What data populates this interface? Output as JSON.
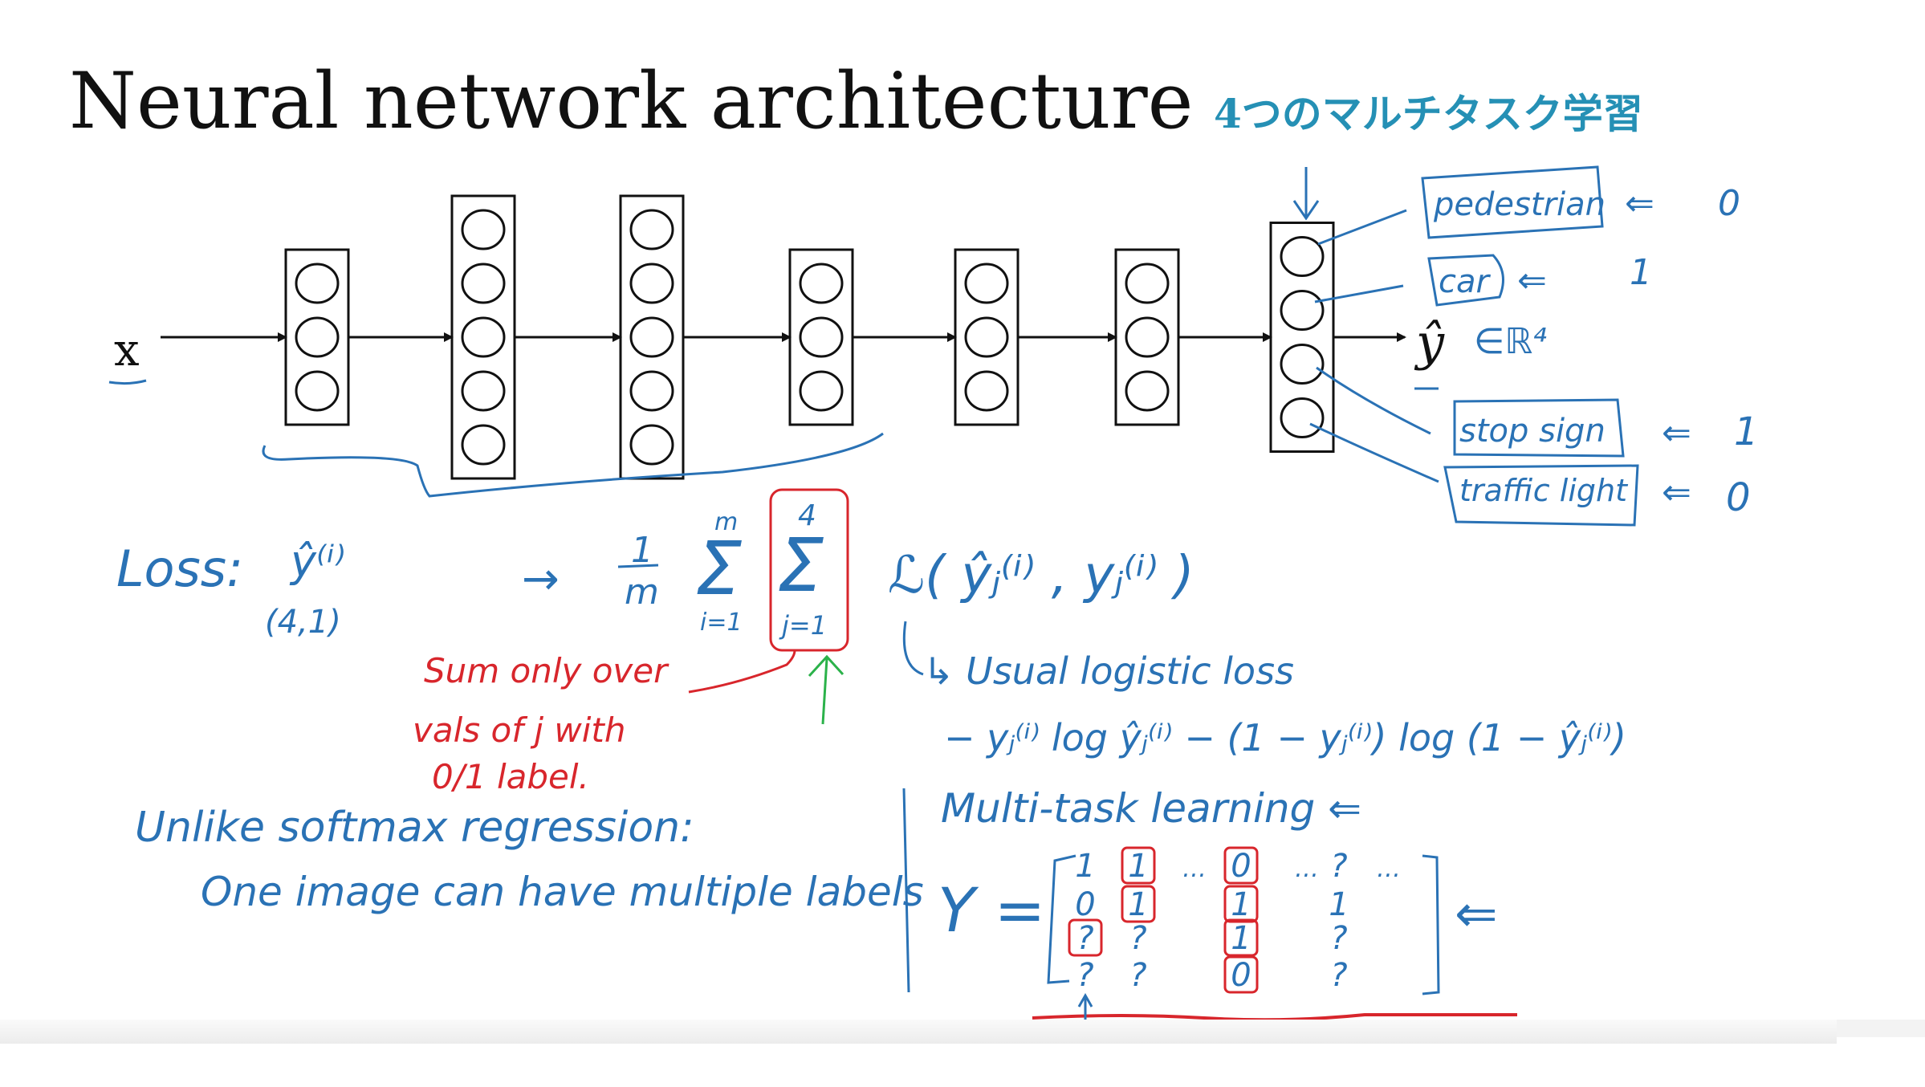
{
  "slide": {
    "title": "Neural network architecture",
    "annotation_jp": "4つのマルチタスク学習"
  },
  "network": {
    "input_label": "x",
    "output_label": "ŷ",
    "output_space": "∈ℝ⁴",
    "layers": [
      {
        "name": "hidden-1",
        "nodes": 3
      },
      {
        "name": "hidden-2",
        "nodes": 5
      },
      {
        "name": "hidden-3",
        "nodes": 5
      },
      {
        "name": "hidden-4",
        "nodes": 3
      },
      {
        "name": "hidden-5",
        "nodes": 3
      },
      {
        "name": "hidden-6",
        "nodes": 3
      },
      {
        "name": "output",
        "nodes": 4
      }
    ],
    "outputs": [
      {
        "label": "pedestrian",
        "value": "0"
      },
      {
        "label": "car",
        "value": "1"
      },
      {
        "label": "stop sign",
        "value": "1"
      },
      {
        "label": "traffic light",
        "value": "0"
      }
    ]
  },
  "loss": {
    "label": "Loss:",
    "yhat": "ŷ⁽ⁱ⁾",
    "shape": "(4,1)",
    "arrow": "→",
    "frac_num": "1",
    "frac_den": "m",
    "sum_outer_top": "m",
    "sum_outer_bottom": "i=1",
    "sum_inner_top": "4",
    "sum_inner_bottom": "j=1",
    "sigma": "Σ",
    "term": "ℒ( ŷⱼ⁽ⁱ⁾ , yⱼ⁽ⁱ⁾ )",
    "usual": "↳ Usual logistic loss",
    "logistic": "− yⱼ⁽ⁱ⁾ log ŷⱼ⁽ⁱ⁾ − (1 − yⱼ⁽ⁱ⁾) log (1 − ŷⱼ⁽ⁱ⁾)"
  },
  "note_red": {
    "lines": [
      "Sum only over",
      "vals of j with",
      "0/1 label."
    ]
  },
  "softmax_note": {
    "line1": "Unlike softmax regression:",
    "line2": "One image can have multiple labels"
  },
  "multitask": {
    "heading": "Multi-task learning ⇐",
    "Y_label": "Y =",
    "matrix": [
      [
        "1",
        "1",
        "…",
        "0",
        "…",
        "?",
        "…"
      ],
      [
        "0",
        "1",
        "",
        "1",
        "",
        "1",
        ""
      ],
      [
        "?",
        "?",
        "",
        "1",
        "",
        "?",
        ""
      ],
      [
        "?",
        "?",
        "",
        "0",
        "",
        "?",
        ""
      ]
    ],
    "arrow": "⇐"
  },
  "colors": {
    "ink_blue": "#2a72b5",
    "ink_red": "#d8262c",
    "ink_green": "#2bb24a",
    "ink_black": "#111111",
    "jp_teal": "#2590b5"
  }
}
